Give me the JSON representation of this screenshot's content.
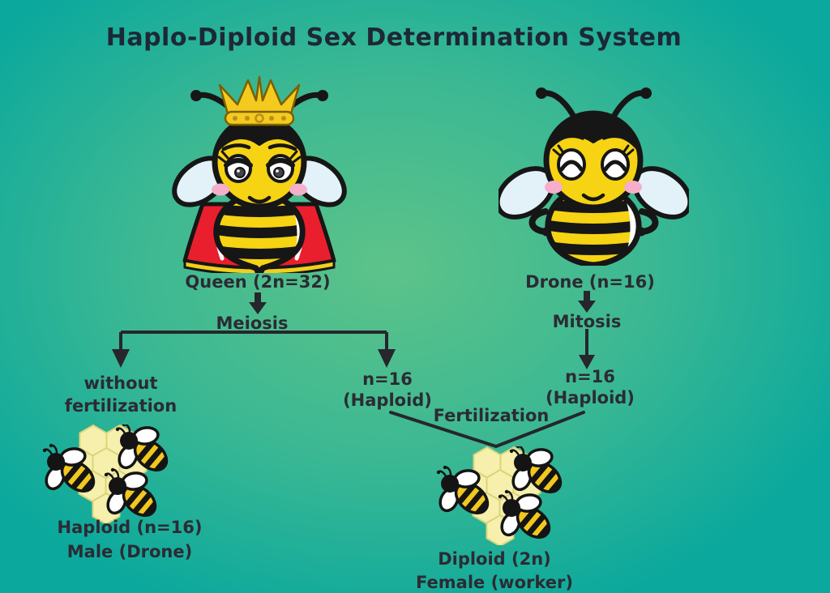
{
  "title": "Haplo-Diploid Sex Determination System",
  "colors": {
    "background_center": "#5dc389",
    "background_edge": "#0aa89d",
    "title_text": "#1d2836",
    "label_text": "#2b2b33",
    "arrow": "#26262c",
    "bee_yellow": "#f6d313",
    "wing_blue": "#e3f2f8",
    "cape_red": "#ea1f2d",
    "crown_gold": "#f4ca1e",
    "honeycomb_fill": "#f7f0ac",
    "blush_pink": "#f6aecb"
  },
  "parents": {
    "queen": {
      "label": "Queen (2n=32)",
      "process": "Meiosis"
    },
    "drone": {
      "label": "Drone (n=16)",
      "process": "Mitosis"
    }
  },
  "flow": {
    "without_fertilization_line1": "without",
    "without_fertilization_line2": "fertilization",
    "egg_line1": "n=16",
    "egg_line2": "(Haploid)",
    "sperm_line1": "n=16",
    "sperm_line2": "(Haploid)",
    "fertilization": "Fertilization"
  },
  "outcomes": {
    "male_line1": "Haploid (n=16)",
    "male_line2": "Male (Drone)",
    "female_line1": "Diploid (2n)",
    "female_line2": "Female (worker)"
  }
}
